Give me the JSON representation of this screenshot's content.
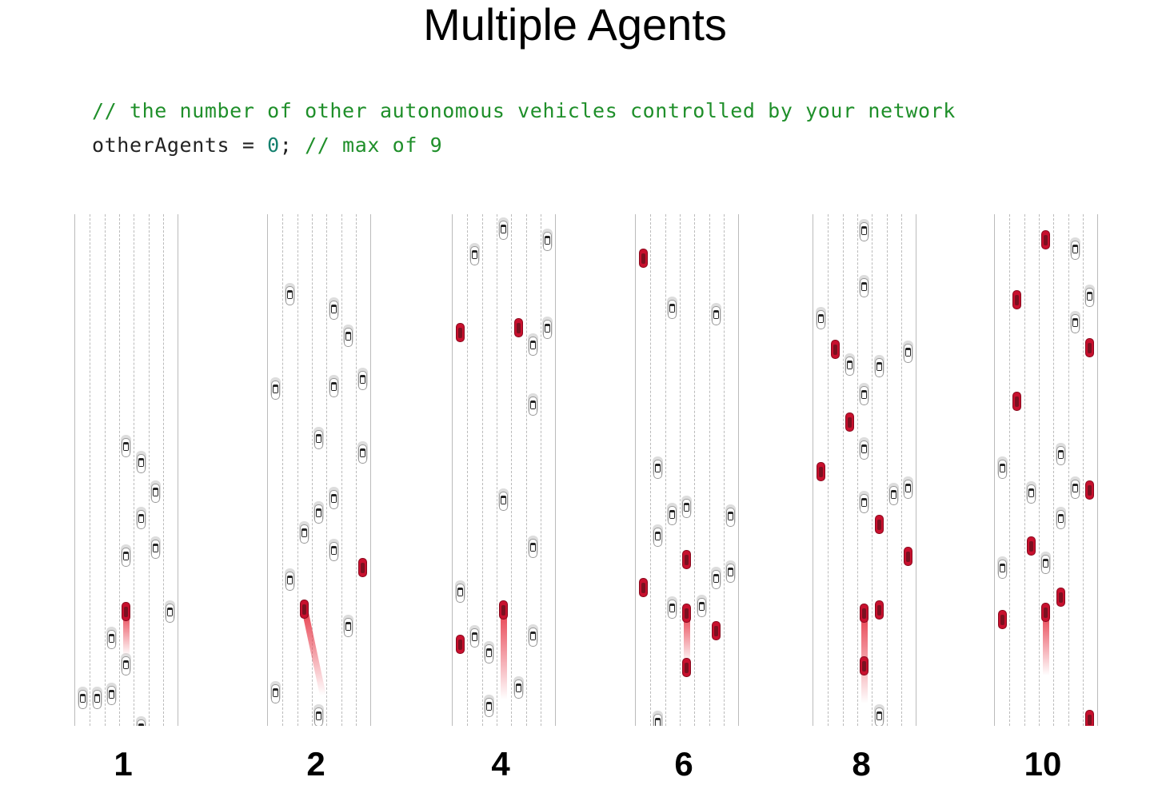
{
  "title": "Multiple Agents",
  "code": {
    "comment_line": "// the number of other autonomous vehicles controlled by your network",
    "variable": "otherAgents",
    "operator": " = ",
    "value": "0",
    "semicolon": ";",
    "trailing_comment": " // max of 9"
  },
  "panels": [
    {
      "label": "1"
    },
    {
      "label": "2"
    },
    {
      "label": "4"
    },
    {
      "label": "6"
    },
    {
      "label": "8"
    },
    {
      "label": "10"
    }
  ],
  "colors": {
    "agent_car": "#c8102e",
    "other_car": "#ffffff",
    "code_comment": "#1f8f2a"
  }
}
